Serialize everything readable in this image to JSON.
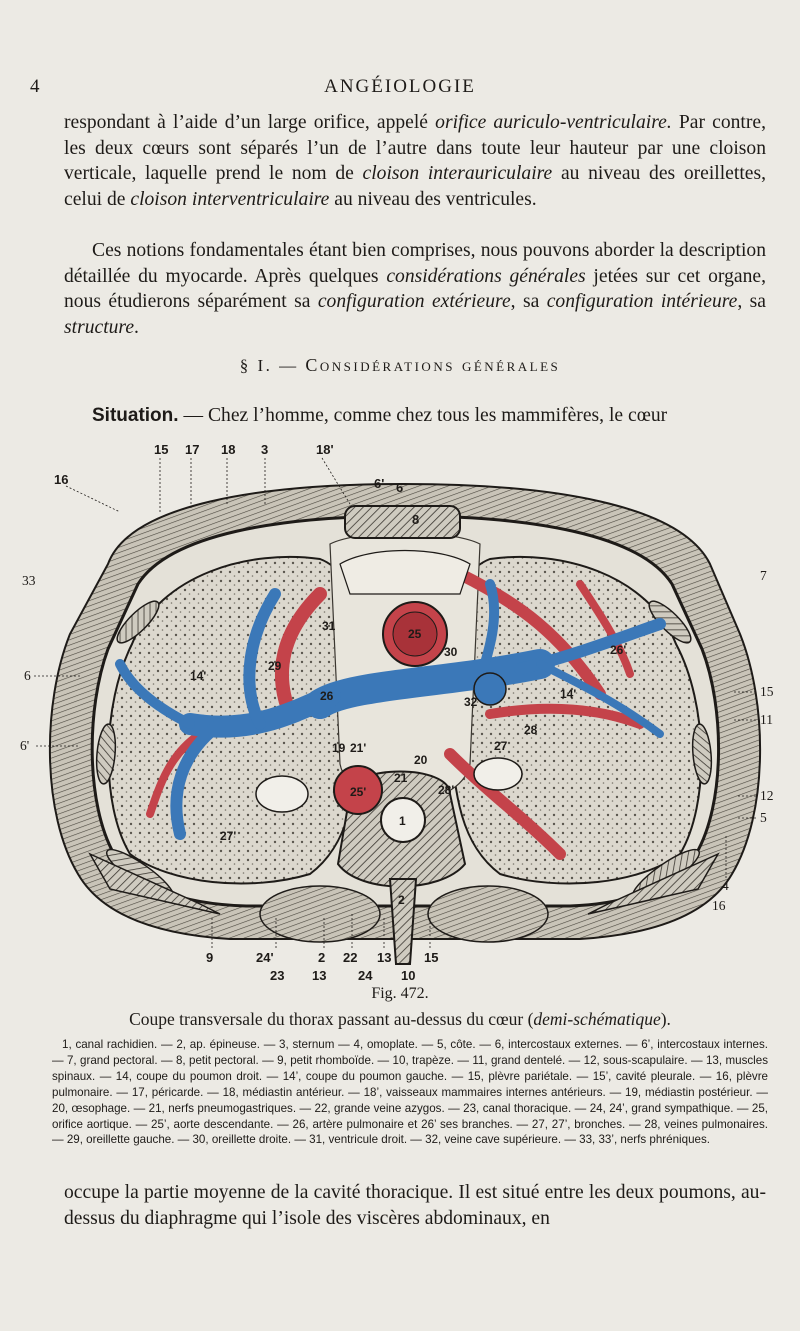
{
  "running_head": {
    "page_number": "4",
    "title": "ANGÉIOLOGIE"
  },
  "para1": {
    "t1": "respondant à l’aide d’un large orifice, appelé ",
    "i1": "orifice auriculo-ventriculaire.",
    "t2": " Par contre, les deux cœurs sont séparés l’un de l’autre dans toute leur hauteur par une cloison verticale, laquelle prend le nom de ",
    "i2": "cloison interauriculaire",
    "t3": " au niveau des oreillettes, celui de ",
    "i3": "cloison interventriculaire",
    "t4": " au niveau des ventricules."
  },
  "para2": {
    "t1": "Ces notions fondamentales étant bien comprises, nous pouvons aborder la description détaillée du myocarde. Après quelques ",
    "i1": "considérations générales",
    "t2": " jetées sur cet organe, nous étudierons séparément sa ",
    "i2": "configuration extérieure",
    "t3": ", sa ",
    "i3": "configuration intérieure",
    "t4": ", sa ",
    "i4": "structure",
    "t5": "."
  },
  "section": {
    "prefix": "§ I. — ",
    "title": "Considérations générales"
  },
  "para3": {
    "lead": "Situation.",
    "text": " — Chez l’homme, comme chez tous les mammifères, le cœur"
  },
  "figure": {
    "labels": {
      "top": [
        "15",
        "17",
        "18",
        "3",
        "18'",
        "6'",
        "6",
        "8",
        "16"
      ],
      "left": [
        "33",
        "6",
        "6'"
      ],
      "right": [
        "7",
        "15",
        "11",
        "12",
        "5",
        "4",
        "16"
      ],
      "bottom_row1": [
        "9",
        "24'",
        "2",
        "22",
        "13",
        "15"
      ],
      "bottom_row2": [
        "23",
        "13",
        "24",
        "10"
      ],
      "inner": [
        "31",
        "29",
        "26",
        "30",
        "32",
        "19",
        "21'",
        "20",
        "27",
        "28",
        "21",
        "25'",
        "1",
        "14'",
        "14'",
        "27'",
        "28'",
        "25",
        "26'",
        "2"
      ]
    }
  },
  "caption": {
    "fig_number": "Fig. 472.",
    "text": "Coupe transversale du thorax passant au-dessus du cœur (",
    "italic": "demi-schématique",
    "close": ")."
  },
  "legend": "1, canal rachidien. — 2, ap. épineuse. — 3, sternum — 4, omoplate. — 5, côte. — 6, intercostaux externes. — 6’, intercostaux internes. — 7, grand pectoral. — 8, petit pectoral. — 9, petit rhomboïde. — 10, trapèze. — 11, grand dentelé. — 12, sous-scapulaire. — 13, muscles spinaux. — 14, coupe du poumon droit. — 14’, coupe du poumon gauche. — 15, plèvre pariétale. — 15’, cavité pleurale. — 16, plèvre pulmonaire. — 17, péricarde. — 18, médiastin antérieur. — 18’, vaisseaux mammaires internes antérieurs. — 19, médiastin postérieur. — 20, œsophage. — 21, nerfs pneumogastriques. — 22, grande veine azygos. — 23, canal thoracique. — 24, 24’, grand sympathique. — 25, orifice aortique. — 25’, aorte descendante. — 26, artère pulmonaire et 26’ ses branches. — 27, 27’, bronches. — 28, veines pulmonaires. — 29, oreillette gauche. — 30, oreillette droite. — 31, ventricule droit. — 32, veine cave supérieure. — 33, 33’, nerfs phréniques.",
  "para4": "occupe la partie moyenne de la cavité thoracique. Il est situé entre les deux poumons, au-dessus du diaphragme qui l’isole des viscères abdominaux, en",
  "colors": {
    "artery": "#c4434a",
    "vein": "#3b78b8",
    "lung": "#d6d3c9",
    "ink": "#1e1b18"
  }
}
